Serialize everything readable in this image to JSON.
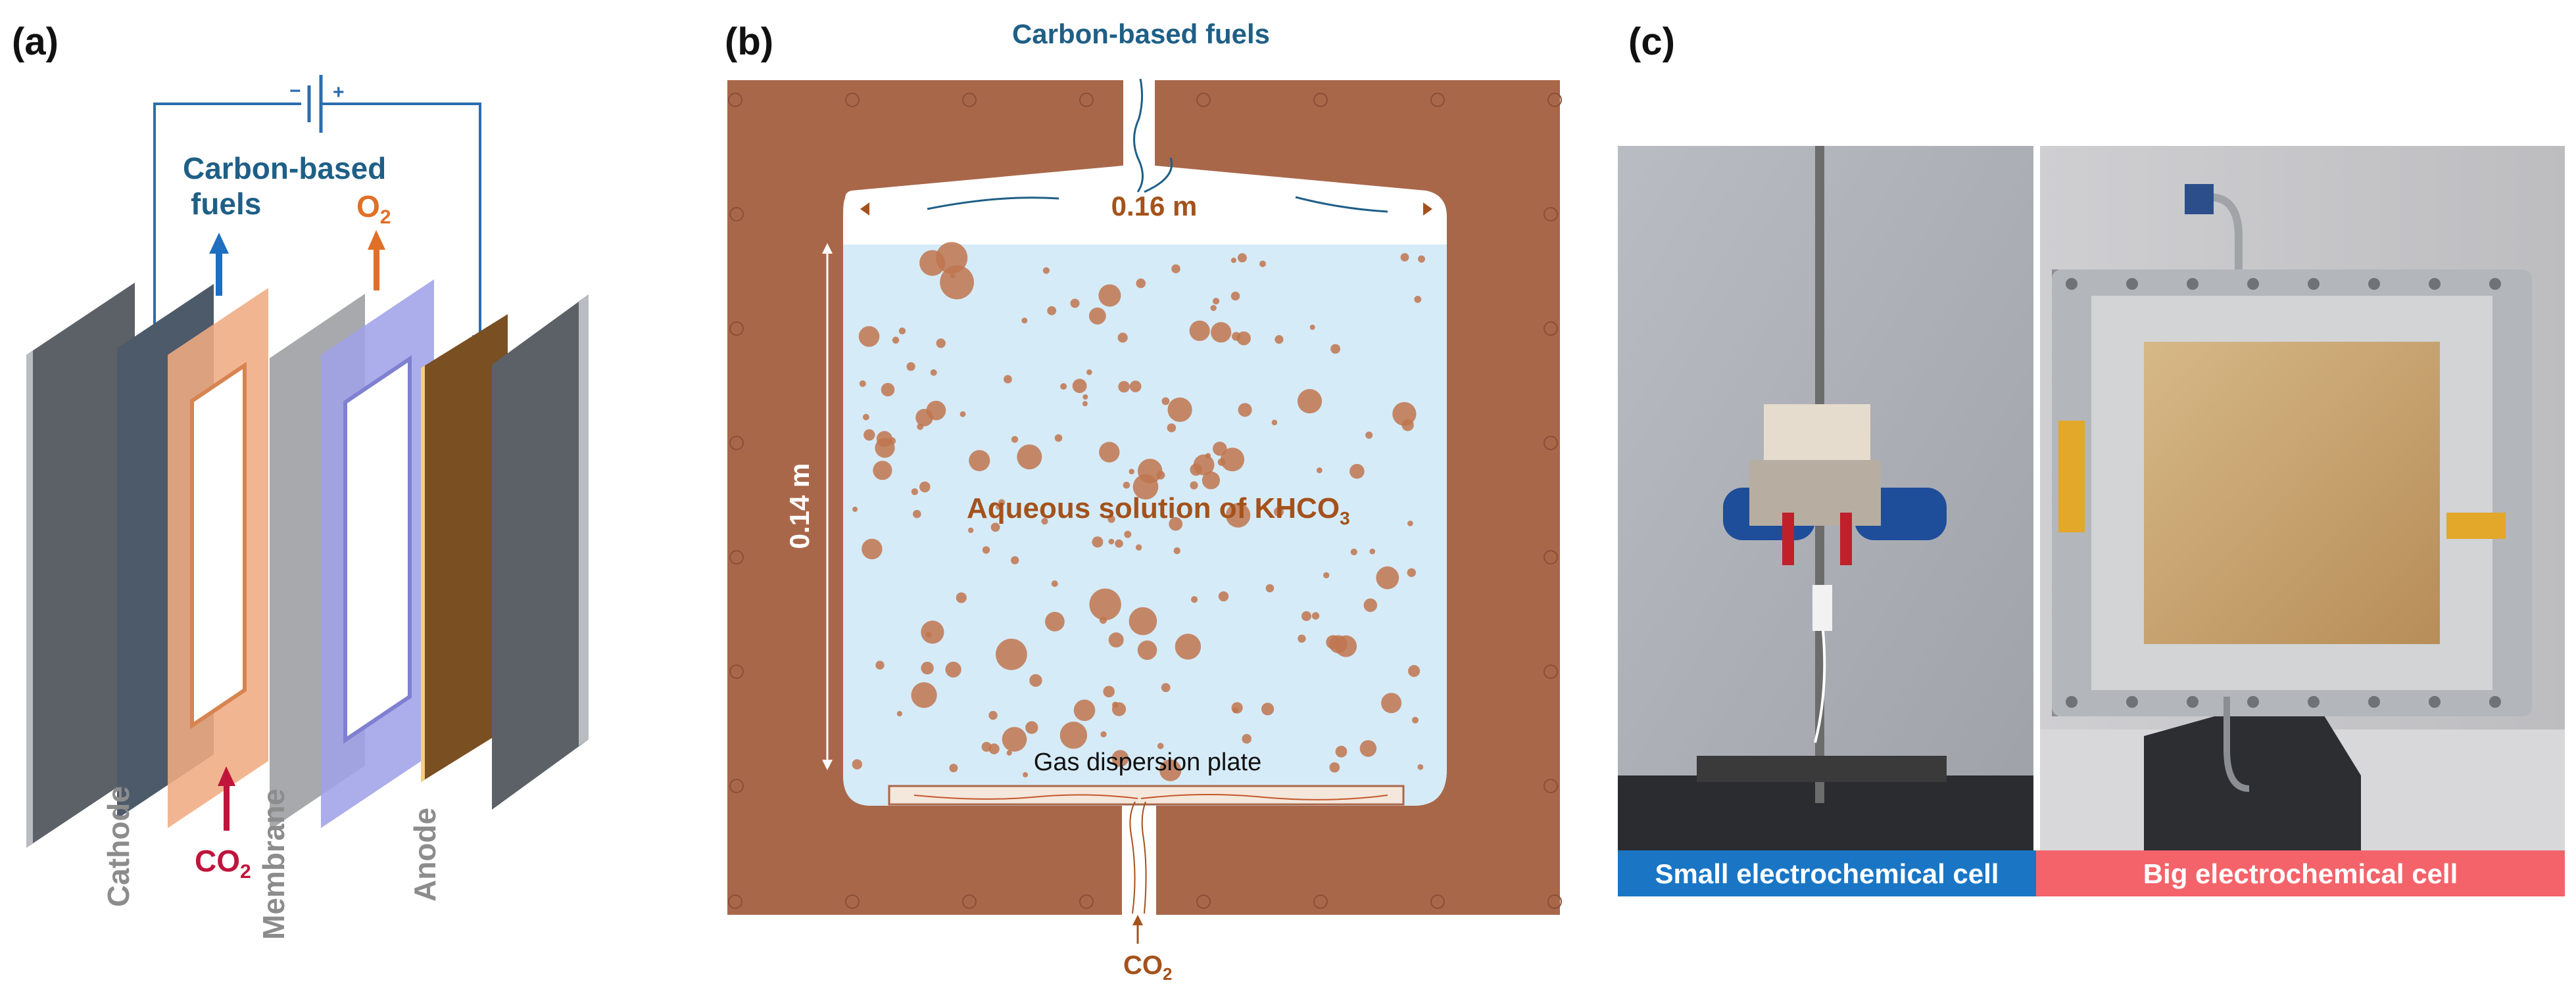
{
  "panels": {
    "a": {
      "label": "(a)",
      "out_fuel_line1": "Carbon-based",
      "out_fuel_line2": "fuels",
      "out_o2_base": "O",
      "out_o2_sub": "2",
      "in_co2_base": "CO",
      "in_co2_sub": "2",
      "cathode": "Cathode",
      "membrane": "Membrane",
      "anode": "Anode"
    },
    "b": {
      "label": "(b)",
      "top_label": "Carbon-based fuels",
      "width_label": "0.16 m",
      "height_label": "0.14 m",
      "solution_base": "Aqueous solution of KHCO",
      "solution_sub": "3",
      "plate_label": "Gas dispersion plate",
      "co2_base": "CO",
      "co2_sub": "2"
    },
    "c": {
      "label": "(c)",
      "small_cell": "Small electrochemical cell",
      "big_cell": "Big electrochemical cell"
    }
  },
  "colors": {
    "fuel_blue": "#1f5f86",
    "o2_orange": "#e07028",
    "co2_red": "#c0143c",
    "layer_label_gray": "#8c8c8c",
    "body_brown": "#a9674a",
    "solution_text": "#a4521c",
    "small_bar": "#1a76c4",
    "big_bar": "#f4636a"
  }
}
